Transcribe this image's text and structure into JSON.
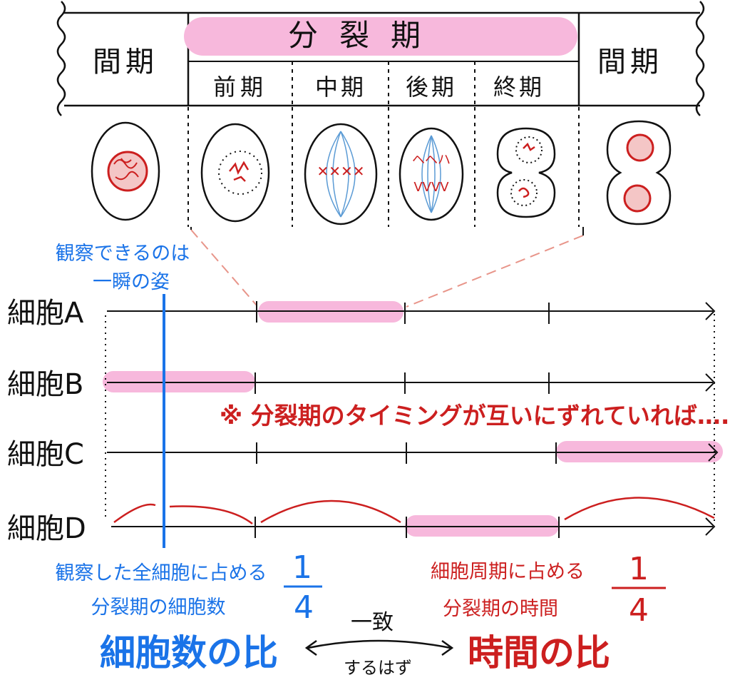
{
  "header": {
    "interphase_left": "間期",
    "mitosis": "分裂期",
    "interphase_right": "間期",
    "stages": [
      "前期",
      "中期",
      "後期",
      "終期"
    ]
  },
  "annotation_blue": {
    "line1": "観察できるのは",
    "line2": "一瞬の姿"
  },
  "cells": {
    "a": "細胞A",
    "b": "細胞B",
    "c": "細胞C",
    "d": "細胞D"
  },
  "note_red": "※ 分裂期のタイミングが互いにずれていれば….",
  "bottom": {
    "blue_line1": "観察した全細胞に占める",
    "blue_line2": "分裂期の細胞数",
    "blue_numerator": "1",
    "blue_denominator": "4",
    "red_line1": "細胞周期に占める",
    "red_line2": "分裂期の時間",
    "red_numerator": "1",
    "red_denominator": "4",
    "ratio_left": "細胞数の比",
    "ratio_right": "時間の比",
    "arrow_top": "一致",
    "arrow_bottom": "するはず"
  },
  "colors": {
    "black": "#111111",
    "pink": "#f7b8dc",
    "blue": "#1a73e8",
    "red": "#cc1f1f",
    "salmon": "#e8958a",
    "spindle": "#5b9bd5"
  }
}
